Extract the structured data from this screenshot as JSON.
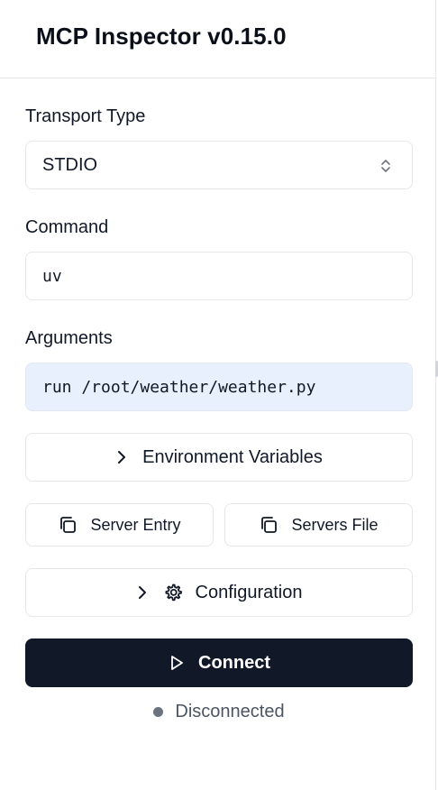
{
  "app": {
    "title": "MCP Inspector v0.15.0"
  },
  "transport": {
    "label": "Transport Type",
    "selected": "STDIO"
  },
  "command": {
    "label": "Command",
    "value": "uv"
  },
  "arguments": {
    "label": "Arguments",
    "value": "run /root/weather/weather.py"
  },
  "buttons": {
    "env_vars": "Environment Variables",
    "server_entry": "Server Entry",
    "servers_file": "Servers File",
    "configuration": "Configuration",
    "connect": "Connect"
  },
  "status": {
    "text": "Disconnected",
    "dot_color": "#6b7280"
  },
  "colors": {
    "primary_button": "#111827",
    "filled_input": "#e8f0fe",
    "border": "#e5e7eb"
  },
  "icons": {
    "select": "chevron-up-down-icon",
    "env": "chevron-right-icon",
    "copy": "copy-icon",
    "config_chevron": "chevron-right-icon",
    "config": "gear-icon",
    "connect": "play-icon"
  }
}
